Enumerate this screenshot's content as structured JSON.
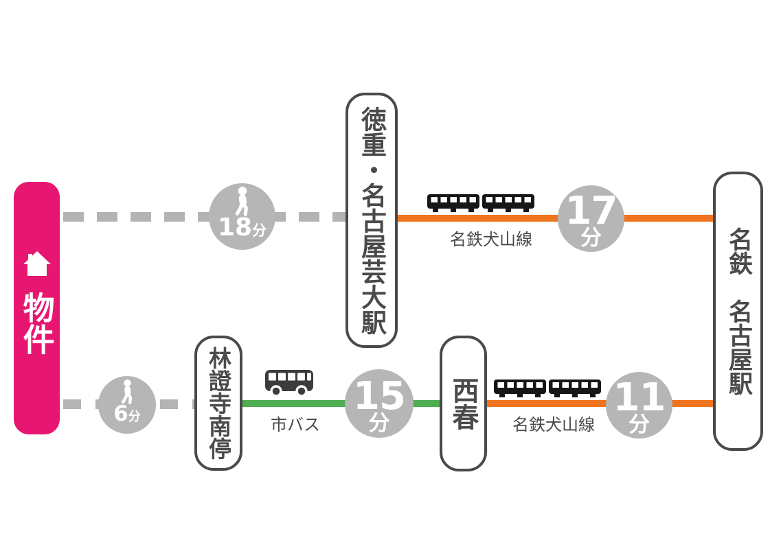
{
  "property": {
    "label": "物件"
  },
  "routes": {
    "top": {
      "walk": {
        "duration": "18",
        "unit": "分"
      },
      "station": "徳重・名古屋芸大駅",
      "rail": {
        "name": "名鉄犬山線",
        "duration": "17",
        "unit": "分"
      }
    },
    "bottom": {
      "walk": {
        "duration": "6",
        "unit": "分"
      },
      "bus_stop": "林證寺南停",
      "bus": {
        "name": "市バス",
        "duration": "15",
        "unit": "分"
      },
      "station": "西春",
      "rail": {
        "name": "名鉄犬山線",
        "duration": "11",
        "unit": "分"
      }
    },
    "terminal": "名鉄　名古屋駅"
  },
  "colors": {
    "property_pink": "#e71670",
    "rail_orange": "#ee7420",
    "bus_green": "#4fad52",
    "walk_gray": "#b4b4b4",
    "text_dark": "#4a4a4a"
  }
}
